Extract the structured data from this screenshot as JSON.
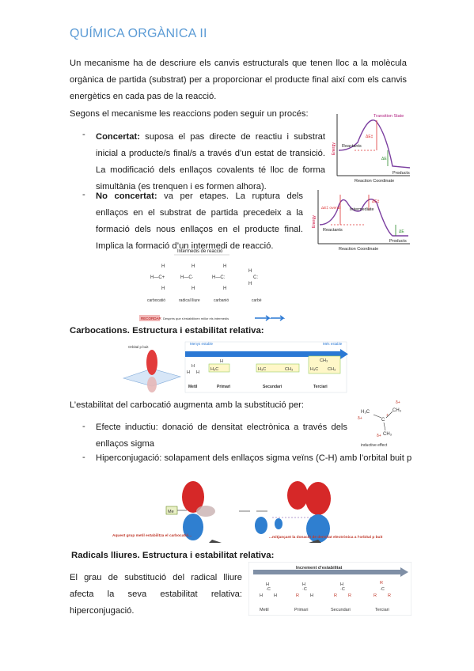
{
  "title": "QUÍMICA ORGÀNICA II",
  "intro": "Un mecanisme ha de descriure els canvis estructurals que tenen lloc a la molècula orgànica de partida (substrat) per a proporcionar el producte final així com els canvis energètics en cada pas de la reacció.",
  "segons": "Segons el mecanisme les reaccions poden seguir un procés:",
  "bullets": {
    "concertat_label": "Concertat:",
    "concertat_text": "suposa el pas directe de reactiu i substrat inicial a producte/s final/s a través d’un estat de transició. La modificació dels enllaços covalents té lloc de forma simultània (es trenquen i es formen alhora).",
    "no_concertat_label": "No concertat:",
    "no_concertat_text": "va per etapes. La ruptura dels enllaços en el substrat de partida precedeix a la formació dels nous enllaços en el producte final. Implica la formació d’un intermedi de reacció."
  },
  "energy1": {
    "state": "Transition State",
    "reactants": "Reactants",
    "products": "Products",
    "ea": "ΔE‡",
    "de": "ΔE",
    "yaxis": "Energy",
    "xaxis": "Reaction Coordinate"
  },
  "energy2": {
    "intermediate": "Intermediate",
    "reactants": "Reactants",
    "products": "Products",
    "overall": "ΔE‡ overall",
    "ea": "ΔE‡",
    "de": "ΔE",
    "yaxis": "Energy",
    "xaxis": "Reaction Coordinate"
  },
  "intermedis": {
    "title": "Intermedis de reacció",
    "labels": [
      "carbocatió",
      "radical lliure",
      "carbanió",
      "carbè"
    ],
    "recorda": "RECORDAR",
    "recorda_text": "Després que s’estabilitzen millor els intermedis"
  },
  "carbocations_heading": "Carbocations. Estructura i estabilitat relativa:",
  "carbocation_fig": {
    "orbital": "Orbital p buit",
    "menys": "Menys estable",
    "mes": "Més estable",
    "labels": [
      "Metil",
      "Primari",
      "Secundari",
      "Terciari"
    ]
  },
  "estabilitat": "L’estabilitat del carbocatió augmenta amb la substitució per:",
  "efectes": {
    "inductiu": "Efecte inductiu: donació de densitat electrònica a través dels enllaços sigma",
    "hiper": "Hiperconjugació: solapament dels enllaços sigma veïns (C-H) amb l’orbital buit p",
    "inductive_caption": "inductive effect"
  },
  "hiper_fig": {
    "left_caption": "Aquest grup metil estabilitza el carbocatió...",
    "right_caption": "...mitjançant la donació de densitat electrònica a l’orbital p buit",
    "me": "Me"
  },
  "radicals_heading": "Radicals lliures. Estructura i estabilitat relativa:",
  "radicals_text": "El grau de substitució del radical lliure afecta la seva estabilitat relativa: hiperconjugació.",
  "radical_fig": {
    "title": "Increment d’estabilitat",
    "labels": [
      "Metil",
      "Primari",
      "Secundari",
      "Terciari"
    ]
  },
  "colors": {
    "title": "#5b9bd5",
    "orbital_red": "#d62828",
    "orbital_blue": "#2f7fd0",
    "arrow_blue": "#2a78d4",
    "curve_purple": "#7b3fa0"
  }
}
